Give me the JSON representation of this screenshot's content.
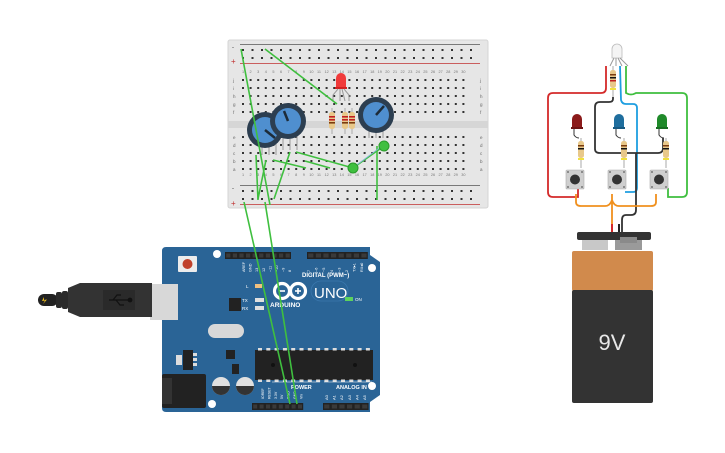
{
  "breadboard": {
    "rail_minus": "-",
    "rail_plus": "+",
    "row_letters_top": [
      "j",
      "i",
      "h",
      "g",
      "f"
    ],
    "row_letters_bottom": [
      "e",
      "d",
      "c",
      "b",
      "a"
    ],
    "columns": 30
  },
  "arduino": {
    "brand": "ARDUINO",
    "model": "UNO",
    "digital_label": "DIGITAL (PWM~)",
    "power_label": "POWER",
    "analog_label": "ANALOG IN",
    "on_label": "ON",
    "l_label": "L",
    "tx_label": "TX",
    "rx_label": "RX",
    "digital_pins": [
      "AREF",
      "GND",
      "13",
      "12",
      "~11",
      "~10",
      "~9",
      "8",
      "7",
      "~6",
      "~5",
      "4",
      "~3",
      "2",
      "TX▸1",
      "RX◂0"
    ],
    "power_pins": [
      "IOREF",
      "RESET",
      "3.3V",
      "5V",
      "GND",
      "GND",
      "Vin"
    ],
    "analog_pins": [
      "A0",
      "A1",
      "A2",
      "A3",
      "A4",
      "A5"
    ]
  },
  "battery": {
    "label": "9V"
  },
  "usb": {
    "icon": "usb-icon",
    "bolt_icon": "lightning-icon"
  },
  "colors": {
    "wire_green": "#3fbf3f",
    "wire_red": "#d42a2a",
    "wire_black": "#333333",
    "wire_blue": "#1e9ee0",
    "wire_orange": "#f0901e",
    "board_blue": "#2a6496",
    "pot_blue": "#4f8fcf",
    "battery_top": "#d18a4c",
    "battery_body": "#333333"
  }
}
